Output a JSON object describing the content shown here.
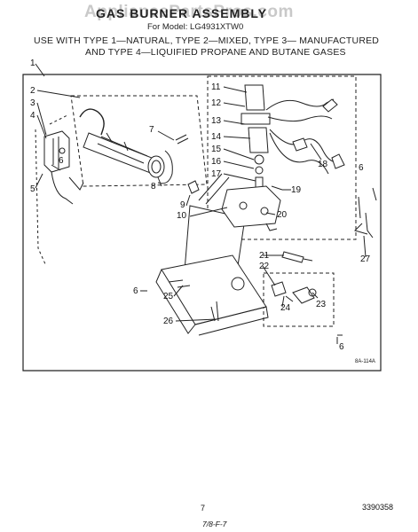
{
  "header": {
    "watermark": "AppliancePartsPros.com",
    "title": "GAS BURNER ASSEMBLY",
    "model": "For Model: LG4931XTW0",
    "usage_line1": "USE WITH TYPE 1—NATURAL, TYPE 2—MIXED, TYPE 3— MANUFACTURED",
    "usage_line2": "AND TYPE 4—LIQUIFIED PROPANE AND BUTANE GASES"
  },
  "callouts": {
    "c1": "1",
    "c2": "2",
    "c3": "3",
    "c4": "4",
    "c5": "5",
    "c6a": "6",
    "c6b": "6",
    "c6c": "6",
    "c6d": "6",
    "c7": "7",
    "c8": "8",
    "c9": "9",
    "c10": "10",
    "c11": "11",
    "c12": "12",
    "c13": "13",
    "c14": "14",
    "c15": "15",
    "c16": "16",
    "c17": "17",
    "c18": "18",
    "c19": "19",
    "c20": "20",
    "c21": "21",
    "c22": "22",
    "c23": "23",
    "c24": "24",
    "c25": "25",
    "c26": "26",
    "c27": "27"
  },
  "footer": {
    "diagram_code": "8A-114A",
    "page": "7",
    "part_number": "3390358",
    "handwritten": "7/8-F-7"
  }
}
